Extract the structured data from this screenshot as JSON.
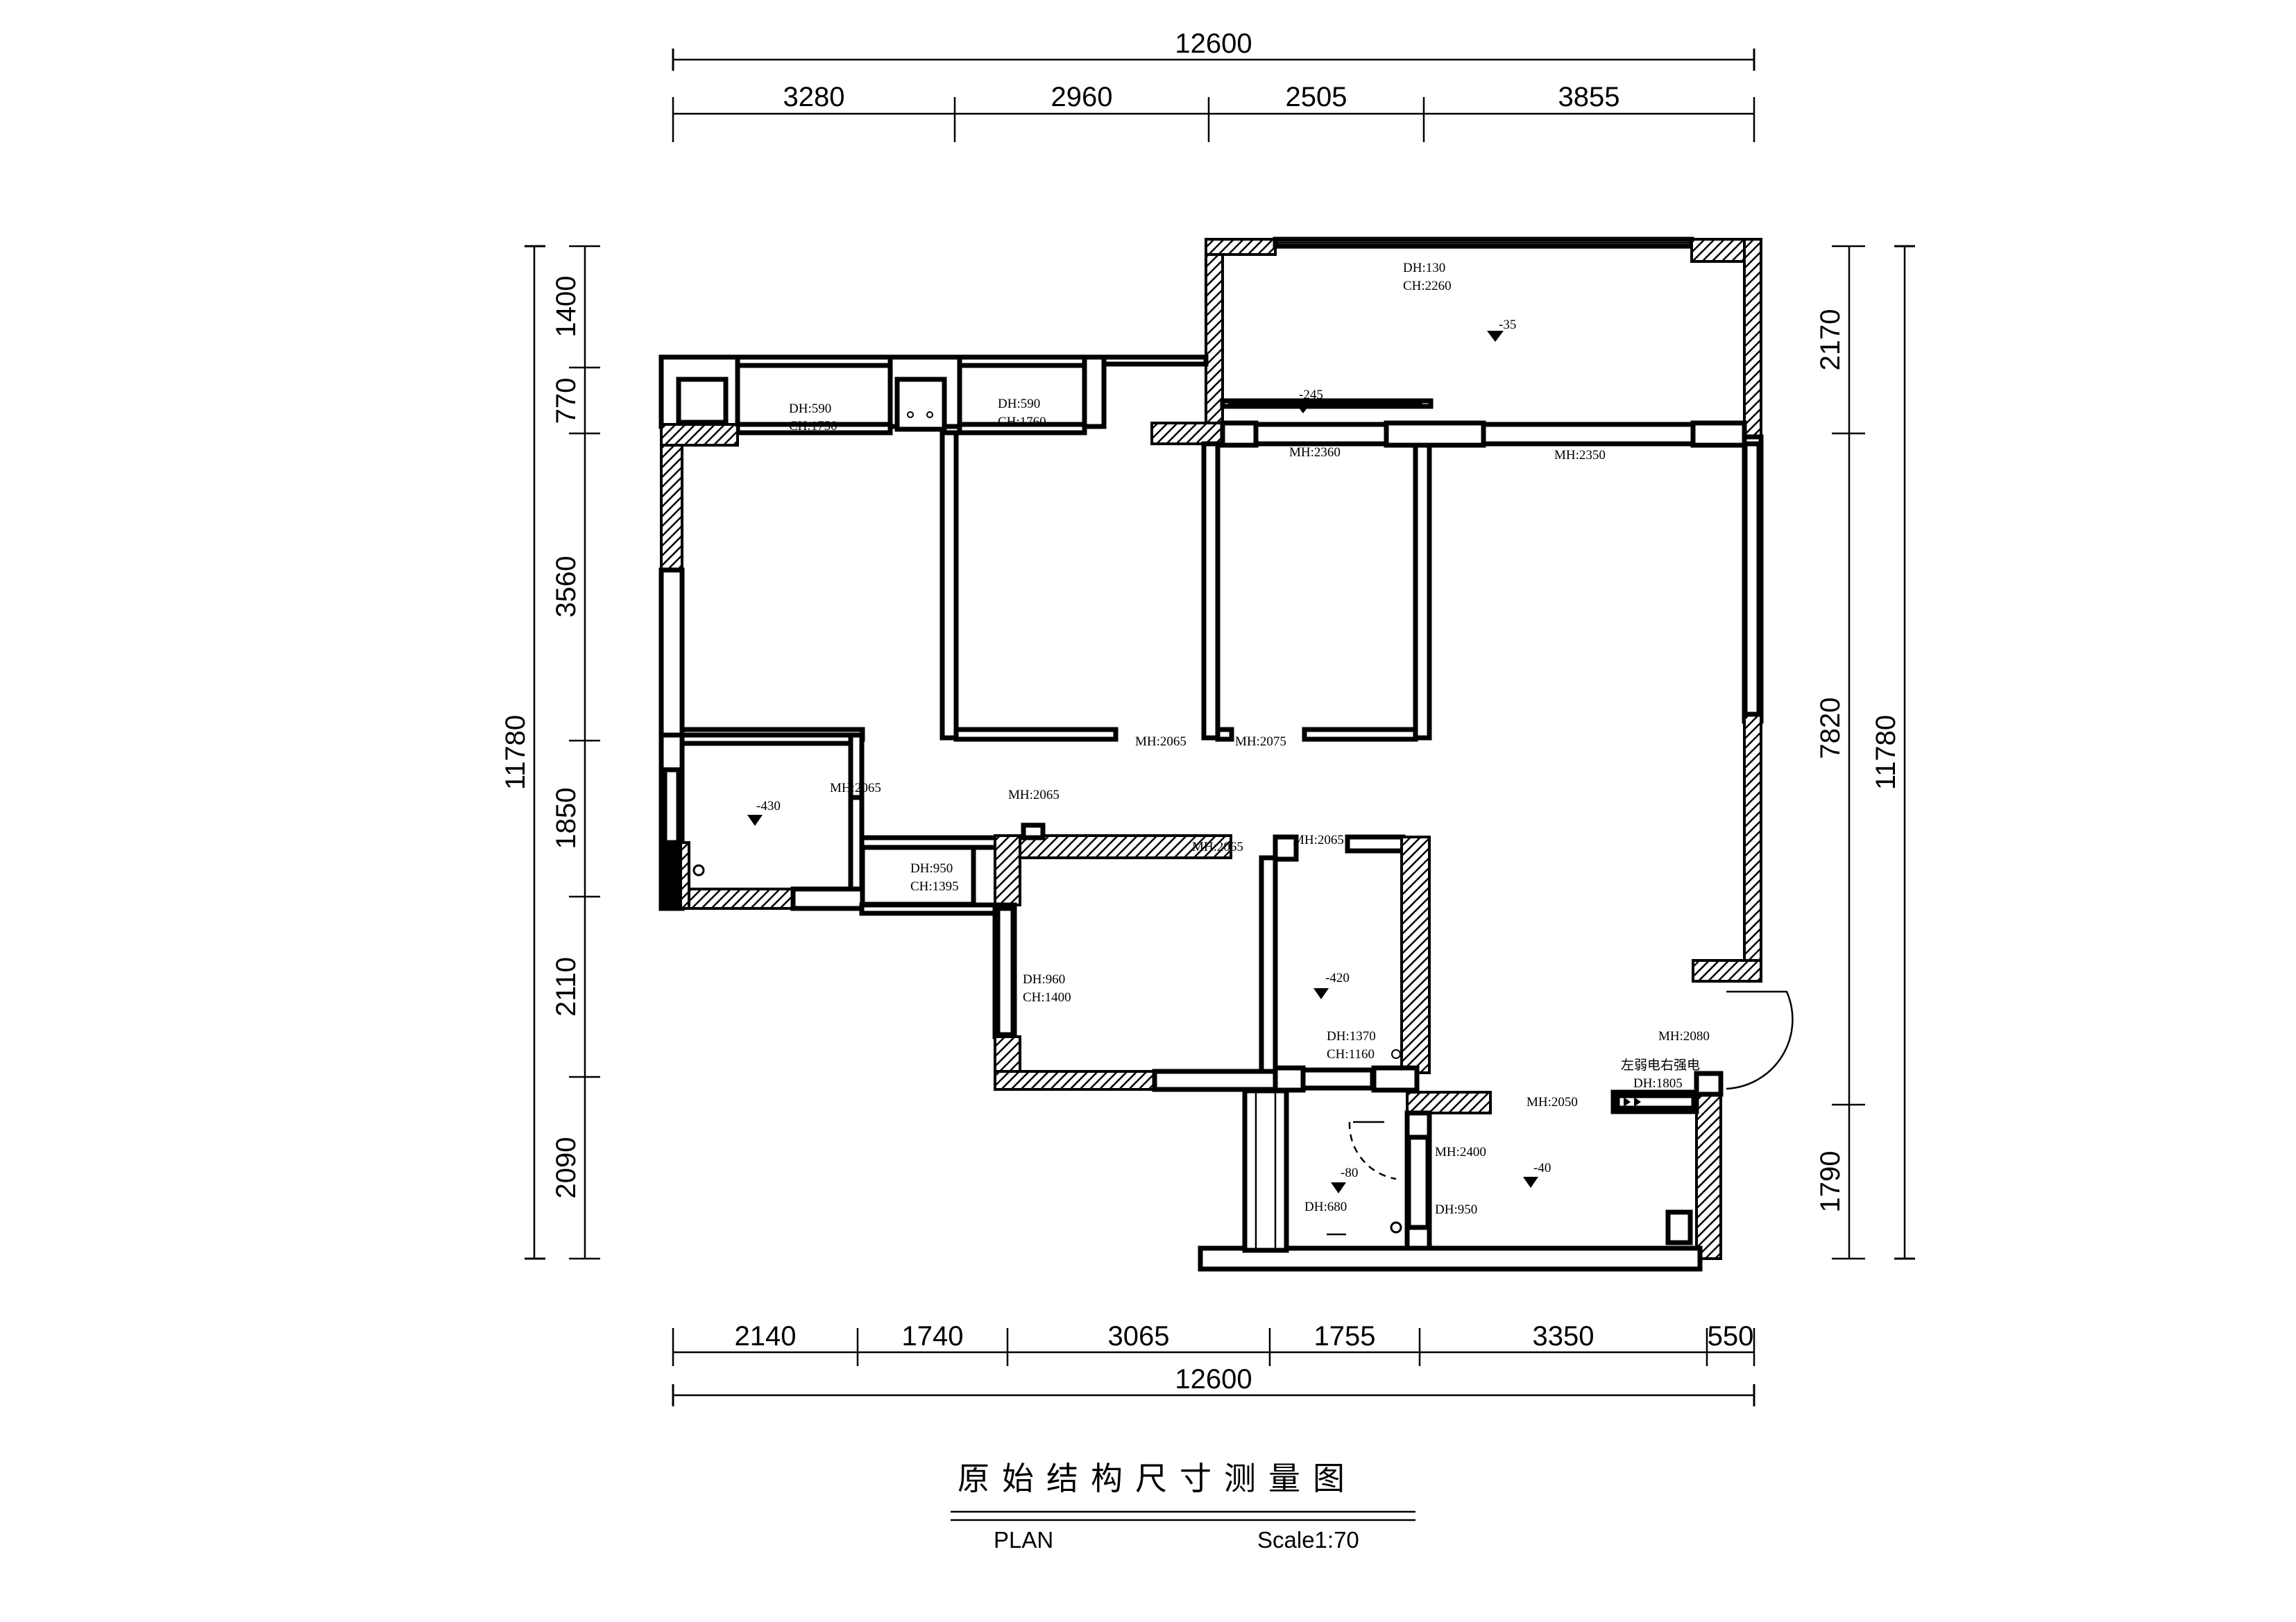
{
  "drawing": {
    "title": "原始结构尺寸测量图",
    "plan_label": "PLAN",
    "scale_label": "Scale1:70"
  },
  "dimensions": {
    "top_total": "12600",
    "top_segments": [
      "3280",
      "2960",
      "2505",
      "3855"
    ],
    "bottom_total": "12600",
    "bottom_segments": [
      "2140",
      "1740",
      "3065",
      "1755",
      "3350",
      "550"
    ],
    "left_total": "11780",
    "left_segments": [
      "1400",
      "770",
      "3560",
      "1850",
      "2110",
      "2090"
    ],
    "right_total": "11780",
    "right_segments": [
      "2170",
      "7820",
      "1790"
    ]
  },
  "annotations": {
    "balcony_dh": "DH:130",
    "balcony_ch": "CH:2260",
    "balcony_level": "-35",
    "step_level": "-245",
    "mh_2360": "MH:2360",
    "mh_2350": "MH:2350",
    "win1_dh": "DH:590",
    "win1_ch": "CH:1750",
    "win2_dh": "DH:590",
    "win2_ch": "CH:1760",
    "mh_2065_a": "MH:2065",
    "mh_2075": "MH:2075",
    "mh_2065_b": "MH:2065",
    "mh_2065_c": "MH:2065",
    "bath1_level": "-430",
    "win3_dh": "DH:950",
    "win3_ch": "CH:1395",
    "mh_2065_d": "MH:2065",
    "mh_2065_e": "MH:2065",
    "win4_dh": "DH:960",
    "win4_ch": "CH:1400",
    "bath2_level": "-420",
    "win5_dh": "DH:1370",
    "win5_ch": "CH:1160",
    "mh_2080": "MH:2080",
    "panel_note": "左弱电右强电",
    "panel_dh": "DH:1805",
    "mh_2050": "MH:2050",
    "mh_2400": "MH:2400",
    "kitchen_level": "-40",
    "dh_950": "DH:950",
    "wc_level": "-80",
    "dh_680": "DH:680"
  }
}
